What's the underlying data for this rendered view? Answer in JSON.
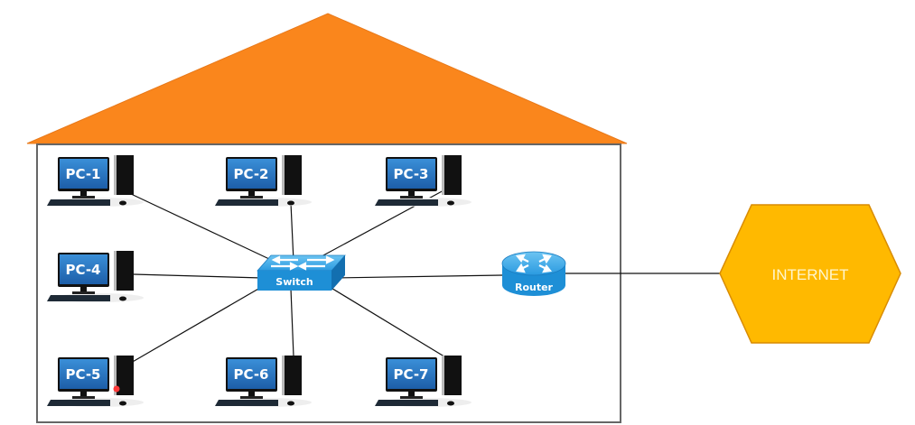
{
  "diagram": {
    "title": "Home network topology",
    "colors": {
      "roof": "#fa861c",
      "internet_fill": "#ffb900",
      "internet_stroke": "#d98c00",
      "device_blue": "#1e8fd6",
      "screen_blue": "#2468b0",
      "wall": "#666666",
      "link": "#111111"
    },
    "switch": {
      "label": "Switch",
      "icon": "switch-icon"
    },
    "router": {
      "label": "Router",
      "icon": "router-icon"
    },
    "internet": {
      "label": "INTERNET",
      "icon": "hexagon-cloud"
    },
    "pcs": [
      {
        "label": "PC-1",
        "icon": "desktop-computer-icon"
      },
      {
        "label": "PC-2",
        "icon": "desktop-computer-icon"
      },
      {
        "label": "PC-3",
        "icon": "desktop-computer-icon"
      },
      {
        "label": "PC-4",
        "icon": "desktop-computer-icon"
      },
      {
        "label": "PC-5",
        "icon": "desktop-computer-icon",
        "power_led": "red"
      },
      {
        "label": "PC-6",
        "icon": "desktop-computer-icon"
      },
      {
        "label": "PC-7",
        "icon": "desktop-computer-icon"
      }
    ],
    "links": [
      [
        "PC-1",
        "Switch"
      ],
      [
        "PC-2",
        "Switch"
      ],
      [
        "PC-3",
        "Switch"
      ],
      [
        "PC-4",
        "Switch"
      ],
      [
        "PC-5",
        "Switch"
      ],
      [
        "PC-6",
        "Switch"
      ],
      [
        "PC-7",
        "Switch"
      ],
      [
        "Switch",
        "Router"
      ],
      [
        "Router",
        "INTERNET"
      ]
    ]
  }
}
